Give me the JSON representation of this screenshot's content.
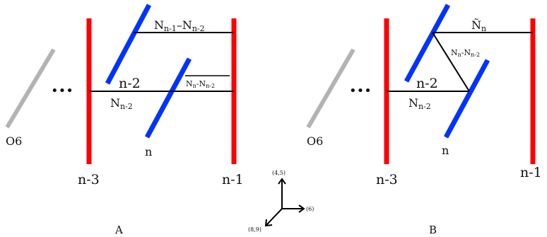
{
  "colors": {
    "red_brane": "#ff0000",
    "blue_brane": "#0033ff",
    "o6_plane": "#b3b3b3",
    "line": "#000000"
  },
  "panel_a": {
    "caption": "A",
    "o6_label": "O6",
    "dots": "•••",
    "left_red_label": "n-3",
    "right_red_label": "n-1",
    "blue_lower_label": "n",
    "top_line_label": "N",
    "top_line_sub1": "n-1",
    "top_line_dash": "–N",
    "top_line_sub2": "n-2",
    "middle_above_label": "n-2",
    "middle_below_label": "N",
    "middle_below_sub": "n-2",
    "bar_label": "N",
    "bar_sub1": "n",
    "bar_dash": "-N",
    "bar_sub2": "n-2"
  },
  "panel_b": {
    "caption": "B",
    "o6_label": "O6",
    "dots": "•••",
    "left_red_label": "n-3",
    "right_red_label": "n-1",
    "blue_lower_label": "n",
    "top_line_label": "Ñ",
    "top_line_sub": "n",
    "diagonal_label": "N",
    "diagonal_sub1": "n",
    "diagonal_dash": "-N",
    "diagonal_sub2": "n-2",
    "middle_above_label": "n-2",
    "middle_below_label": "N",
    "middle_below_sub": "n-2"
  },
  "axes": {
    "up_label": "(4,5)",
    "right_label": "(6)",
    "down_left_label": "(8,9)"
  }
}
